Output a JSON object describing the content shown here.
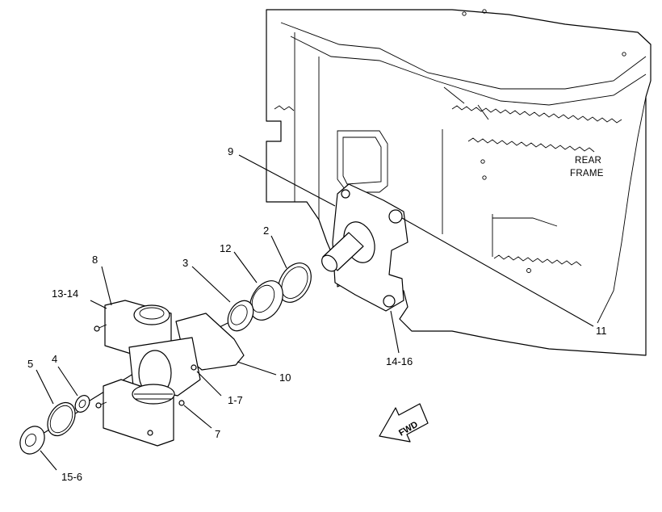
{
  "frame": {
    "label_line1": "REAR",
    "label_line2": "FRAME"
  },
  "direction_arrow": {
    "label": "FWD"
  },
  "callouts": [
    {
      "id": "9",
      "text": "9"
    },
    {
      "id": "2",
      "text": "2"
    },
    {
      "id": "12",
      "text": "12"
    },
    {
      "id": "3",
      "text": "3"
    },
    {
      "id": "8",
      "text": "8"
    },
    {
      "id": "13-14",
      "text": "13-14"
    },
    {
      "id": "5",
      "text": "5"
    },
    {
      "id": "4",
      "text": "4"
    },
    {
      "id": "15-6",
      "text": "15-6"
    },
    {
      "id": "1-7",
      "text": "1-7"
    },
    {
      "id": "7",
      "text": "7"
    },
    {
      "id": "10",
      "text": "10"
    },
    {
      "id": "14-16",
      "text": "14-16"
    },
    {
      "id": "11",
      "text": "11"
    }
  ],
  "colors": {
    "line": "#000000",
    "background": "#ffffff"
  }
}
